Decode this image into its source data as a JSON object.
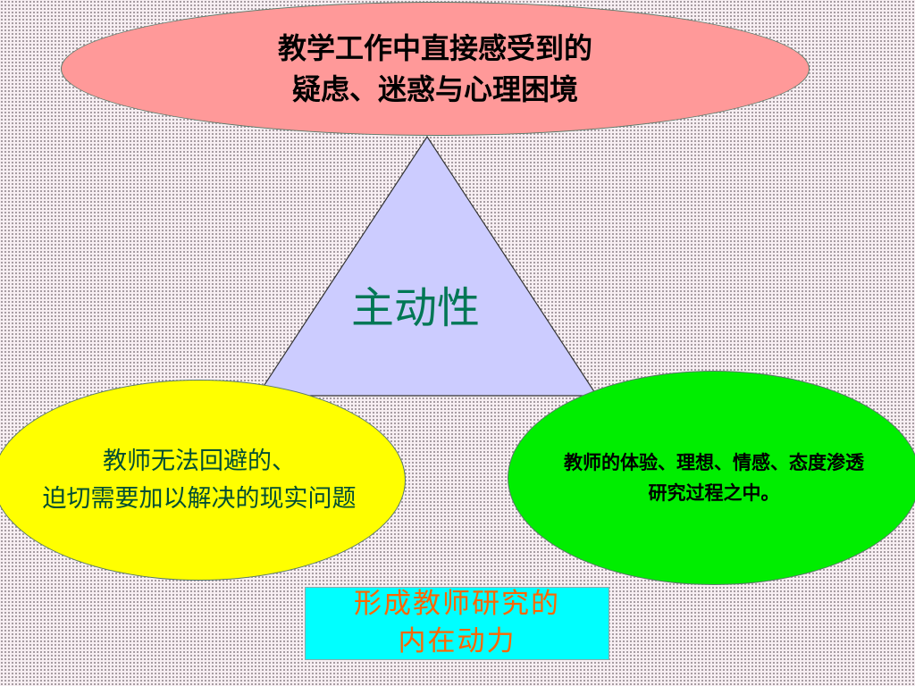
{
  "top_ellipse": {
    "line1": "教学工作中直接感受到的",
    "line2": "疑虑、迷惑与心理困境",
    "fill": "#ff9999"
  },
  "center": {
    "label": "主动性",
    "triangle_fill": "#ccccff",
    "label_color": "#007755"
  },
  "left_ellipse": {
    "line1": "教师无法回避的、",
    "line2": "迫切需要加以解决的现实问题",
    "fill": "#ffff00"
  },
  "right_ellipse": {
    "line1": "教师的体验、理想、情感、态度渗透",
    "line2": "研究过程之中。",
    "fill": "#00ee00"
  },
  "bottom_box": {
    "line1": "形成教师研究的",
    "line2": "内在动力",
    "fill": "#00ffff",
    "text_color": "#ff6600"
  }
}
